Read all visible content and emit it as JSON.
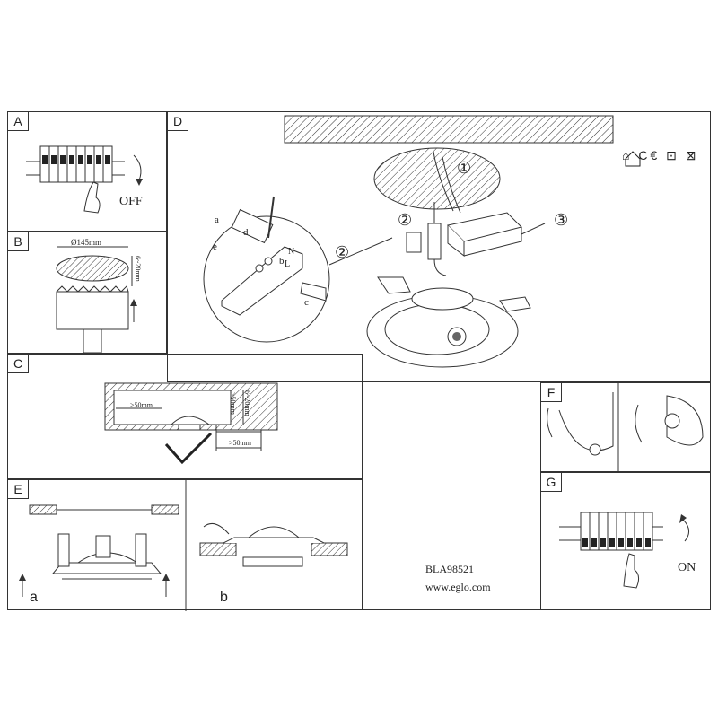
{
  "panels": {
    "a": {
      "label": "A",
      "off_text": "OFF"
    },
    "b": {
      "label": "B",
      "hole_diameter": "Ø145mm",
      "depth": "6~20mm"
    },
    "c": {
      "label": "C",
      "clearance_left": ">50mm",
      "clearance_height": ">50mm",
      "thickness": "6~20mm",
      "clearance_bottom": ">50mm"
    },
    "d": {
      "label": "D",
      "step1": "①",
      "step2": "②",
      "step2b": "②",
      "step3": "③",
      "part_a": "a",
      "part_b": "b",
      "part_c": "c",
      "part_d": "d",
      "part_e": "e",
      "wire_n": "N",
      "wire_l": "L"
    },
    "e": {
      "label": "E",
      "sub_a": "a",
      "sub_b": "b"
    },
    "f": {
      "label": "F"
    },
    "g": {
      "label": "G",
      "on_text": "ON"
    }
  },
  "product": {
    "code": "BLA98521",
    "website": "www.eglo.com"
  },
  "marks": [
    "⌂",
    "C€",
    "⊡",
    "⊠"
  ]
}
